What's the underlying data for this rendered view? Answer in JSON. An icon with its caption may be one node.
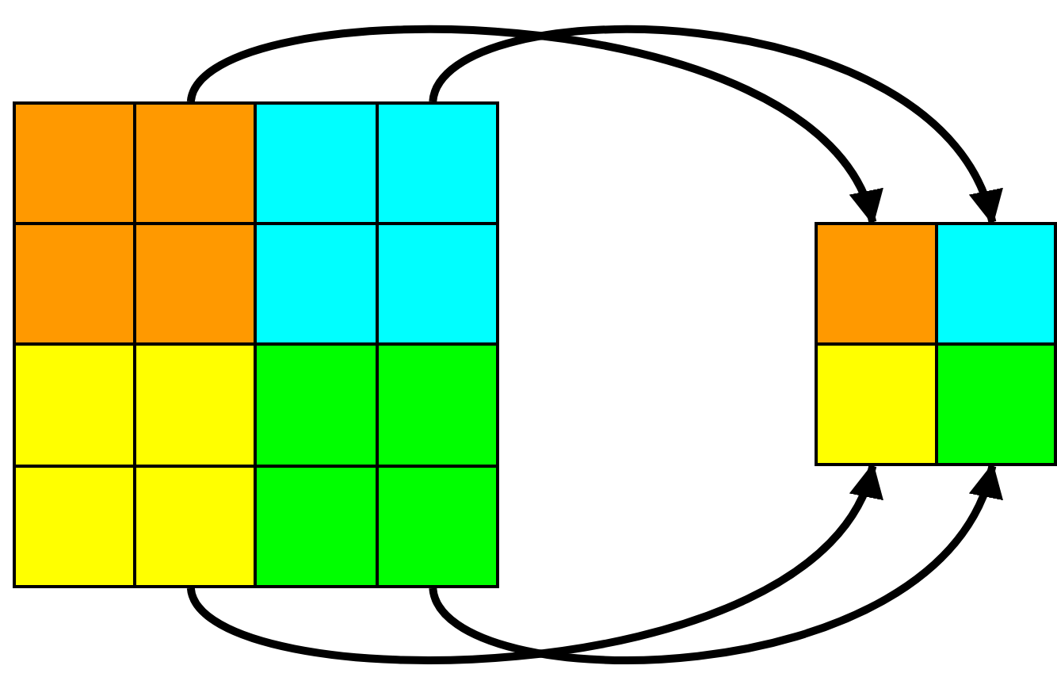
{
  "diagram": {
    "nodes": [
      {
        "text": [],
        "shape": "box"
      },
      {
        "text": [],
        "shape": "box"
      },
      {
        "text": [],
        "shape": "box"
      },
      {
        "text": [],
        "shape": "box"
      },
      {
        "text": [],
        "shape": "box"
      },
      {
        "text": [],
        "shape": "box"
      },
      {
        "text": [],
        "shape": "box"
      },
      {
        "text": [],
        "shape": "box"
      }
    ],
    "edges": [
      {
        "from": 0,
        "to": 5,
        "arrow": "to"
      },
      {
        "from": 1,
        "to": 6,
        "arrow": "to"
      },
      {
        "from": 2,
        "to": 7,
        "arrow": "to"
      },
      {
        "from": 3,
        "to": 4,
        "arrow": "to"
      }
    ]
  }
}
